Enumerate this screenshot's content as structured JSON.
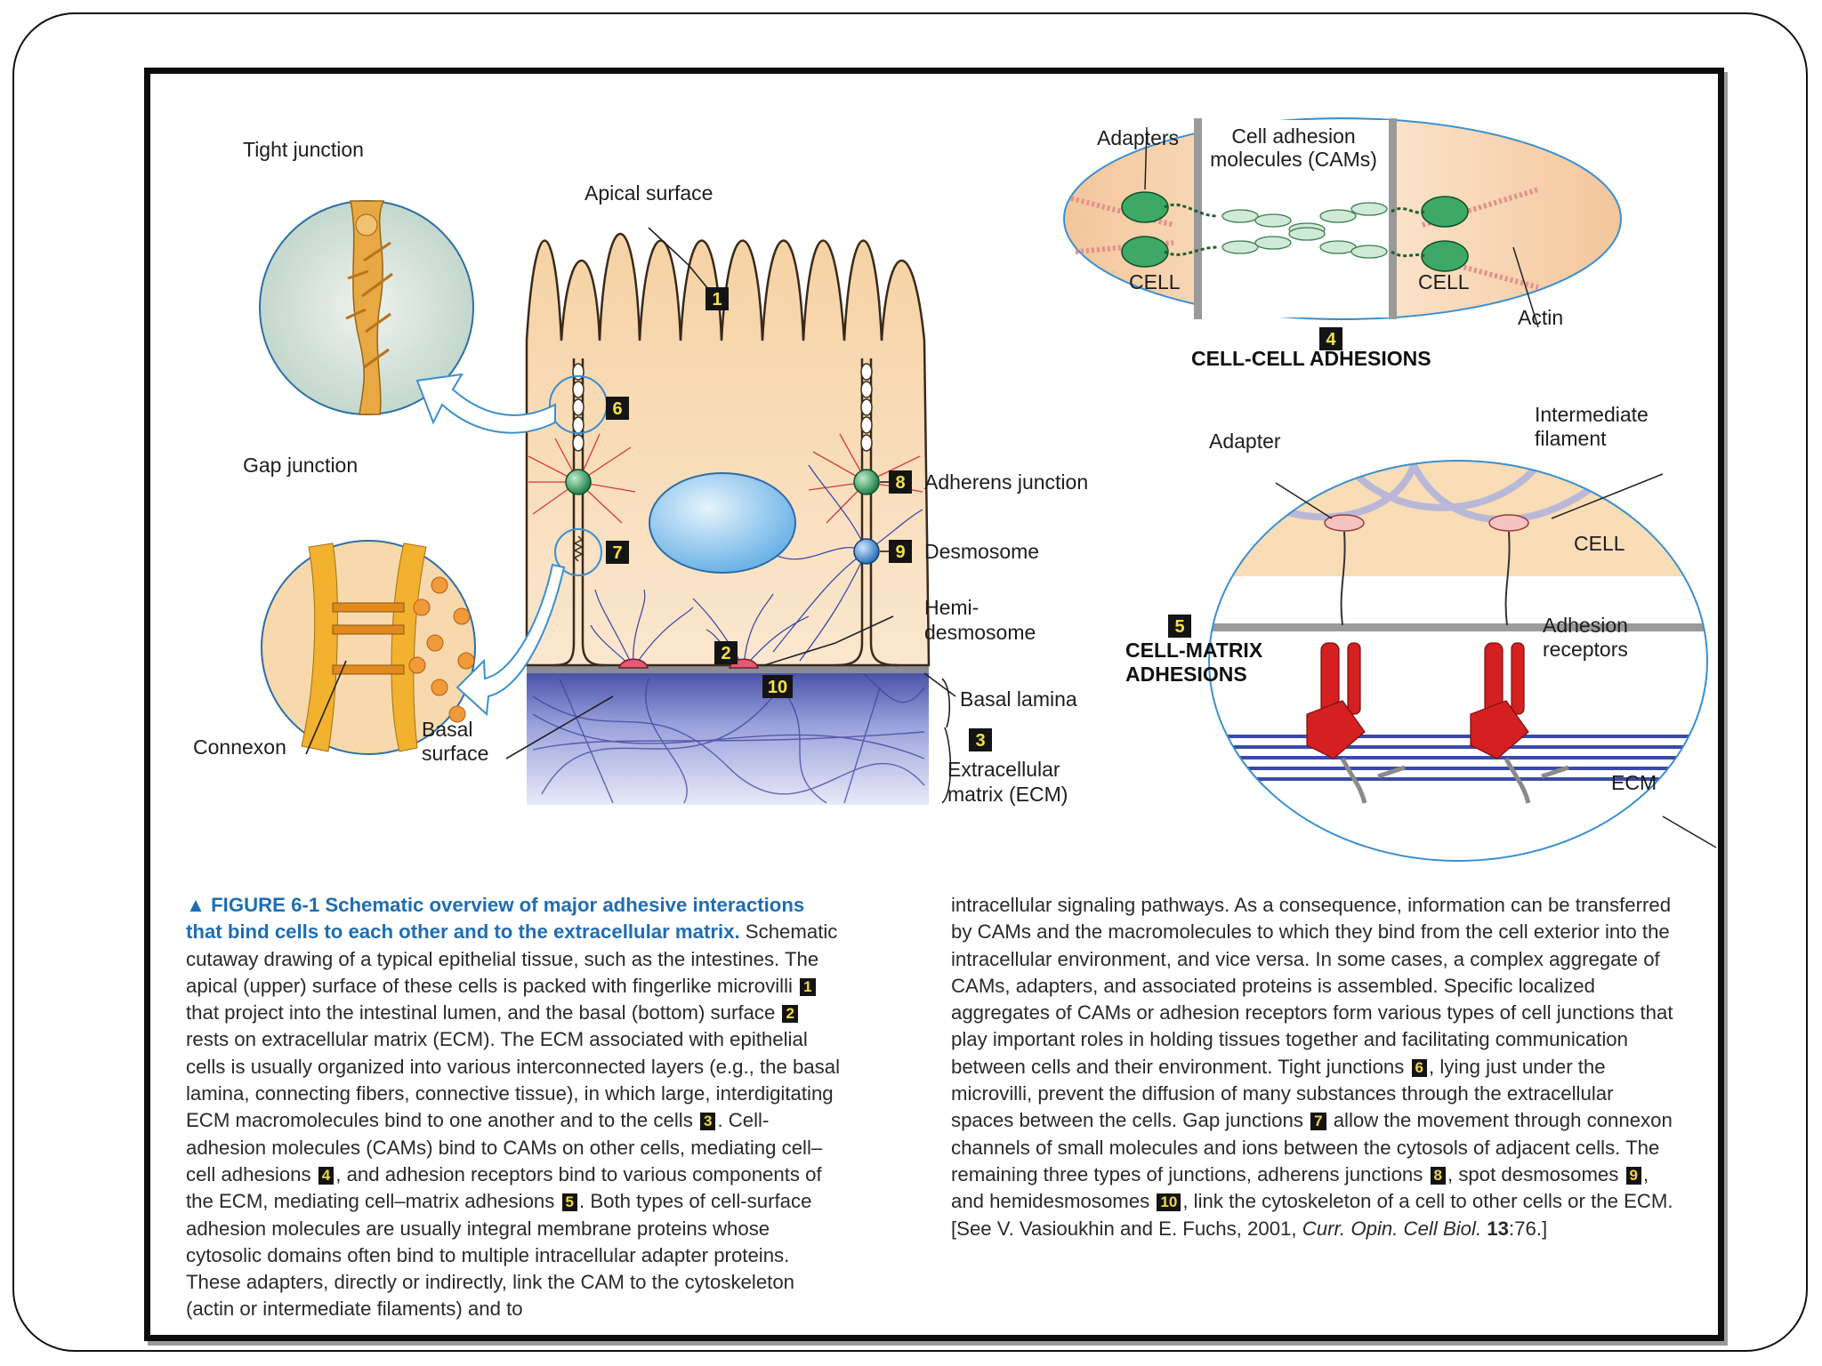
{
  "colors": {
    "cell": "#f8ddb6",
    "cell_dark": "#d9a870",
    "nucleus": "#7fc1ee",
    "ecm": "#5a63b8",
    "adherens": "#1f8a4a",
    "desmosome": "#2f7fc8",
    "receptor": "#d42020",
    "caption_head": "#1f6db3",
    "badge_bg": "#141414",
    "badge_text": "#f2d84a"
  },
  "labels": {
    "tight_junction": "Tight junction",
    "gap_junction": "Gap junction",
    "connexon": "Connexon",
    "apical_surface": "Apical surface",
    "basal_surface_1": "Basal",
    "basal_surface_2": "surface",
    "adherens_junction": "Adherens junction",
    "desmosome": "Desmosome",
    "hemi_1": "Hemi-",
    "hemi_2": "desmosome",
    "basal_lamina": "Basal lamina",
    "ecm_1": "Extracellular",
    "ecm_2": "matrix (ECM)",
    "adapters": "Adapters",
    "cams_1": "Cell adhesion",
    "cams_2": "molecules (CAMs)",
    "cell": "CELL",
    "actin": "Actin",
    "cell_cell": "CELL-CELL ADHESIONS",
    "adapter": "Adapter",
    "intermediate_1": "Intermediate",
    "intermediate_2": "filament",
    "adhesion_receptors_1": "Adhesion",
    "adhesion_receptors_2": "receptors",
    "cell_matrix_1": "CELL-MATRIX",
    "cell_matrix_2": "ADHESIONS",
    "ecm_short": "ECM"
  },
  "numbers": {
    "n1": "1",
    "n2": "2",
    "n3": "3",
    "n4": "4",
    "n5": "5",
    "n6": "6",
    "n7": "7",
    "n8": "8",
    "n9": "9",
    "n10": "10"
  },
  "caption": {
    "heading": "▲ FIGURE 6-1 Schematic overview of major adhesive interactions that bind cells to each other and to the extracellular matrix.",
    "left_parts": [
      " Schematic cutaway drawing of a typical epithelial tissue, such as the intestines. The apical (upper) surface of these cells is packed with fingerlike microvilli ",
      "1",
      " that project into the intestinal lumen, and the basal (bottom) surface ",
      "2",
      " rests on extracellular matrix (ECM). The ECM associated with epithelial cells is usually organized into various interconnected layers (e.g., the basal lamina, connecting fibers, connective tissue), in which large, interdigitating ECM macromolecules bind to one another and to the cells ",
      "3",
      ". Cell-adhesion molecules (CAMs) bind to CAMs on other cells, mediating cell–cell adhesions ",
      "4",
      ", and adhesion receptors bind to various components of the ECM, mediating cell–matrix adhesions ",
      "5",
      ". Both types of cell-surface adhesion molecules are usually integral membrane proteins whose cytosolic domains often bind to multiple intracellular adapter proteins. These adapters, directly or indirectly, link the CAM to the cytoskeleton (actin or intermediate filaments) and to"
    ],
    "right_parts": [
      "intracellular signaling pathways. As a consequence, information can be transferred by CAMs and the macromolecules to which they bind from the cell exterior into the intracellular environment, and vice versa. In some cases, a complex aggregate of CAMs, adapters, and associated proteins is assembled. Specific localized aggregates of CAMs or adhesion receptors form various types of cell junctions that play important roles in holding tissues together and facilitating communication between cells and their environment. Tight junctions ",
      "6",
      ", lying just under the microvilli, prevent the diffusion of many substances through the extracellular spaces between the cells. Gap junctions ",
      "7",
      " allow the movement through connexon channels of small molecules and ions between the cytosols of adjacent cells. The remaining three types of junctions, adherens junctions ",
      "8",
      ", spot desmosomes ",
      "9",
      ", and hemidesmosomes ",
      "10",
      ", link the cytoskeleton of a cell to other cells or the ECM. [See V. Vasioukhin and E. Fuchs, 2001, ",
      "Curr. Opin. Cell Biol.",
      " ",
      "13",
      ":76.]"
    ]
  }
}
